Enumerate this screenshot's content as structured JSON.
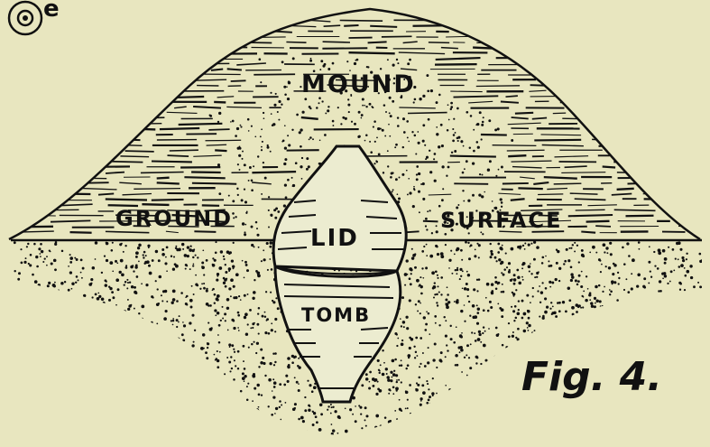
{
  "figure": {
    "labels": {
      "mound": "MOUND",
      "ground": "GROUND",
      "surface": "SURFACE",
      "lid": "LID",
      "tomb": "TOMB"
    },
    "caption": "Fig. 4.",
    "corner_mark": "e"
  },
  "colors": {
    "paper": "#e8e6bf",
    "ink": "#111111",
    "lid_fill": "#ececd0"
  }
}
